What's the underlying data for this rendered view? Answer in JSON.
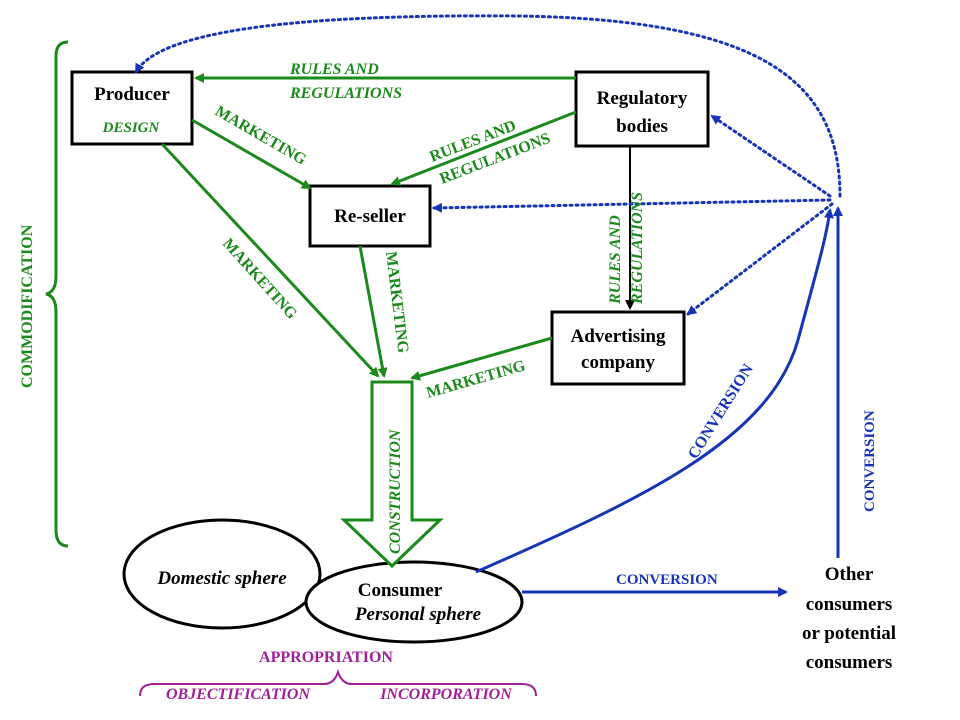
{
  "nodes": {
    "producer": "Producer",
    "producer_sub": "DESIGN",
    "regulatory_1": "Regulatory",
    "regulatory_2": "bodies",
    "reseller": "Re-seller",
    "advertising_1": "Advertising",
    "advertising_2": "company",
    "domestic": "Domestic sphere",
    "consumer": "Consumer",
    "personal": "Personal sphere",
    "other_1": "Other",
    "other_2": "consumers",
    "other_3": "or potential",
    "other_4": "consumers"
  },
  "edge_labels": {
    "rules_top_1": "RULES AND",
    "rules_top_2": "REGULATIONS",
    "rules_mid_1": "RULES AND",
    "rules_mid_2": "REGULATIONS",
    "rules_vert_1": "RULES AND",
    "rules_vert_2": "REGULATIONS",
    "marketing_prod_reseller": "MARKETING",
    "marketing_prod_consumer": "MARKETING",
    "marketing_reseller_consumer": "MARKETING",
    "marketing_adv_consumer": "MARKETING",
    "construction": "CONSTRUCTION",
    "conversion_curve": "CONVERSION",
    "conversion_vertical": "CONVERSION",
    "conversion_horizontal": "CONVERSION",
    "commodification": "COMMODIFICATION",
    "appropriation": "APPROPRIATION",
    "objectification": "OBJECTIFICATION",
    "incorporation": "INCORPORATION"
  },
  "colors": {
    "green": "#1a8a1a",
    "blue": "#1535b5",
    "purple": "#a0209a",
    "black": "#000000"
  }
}
